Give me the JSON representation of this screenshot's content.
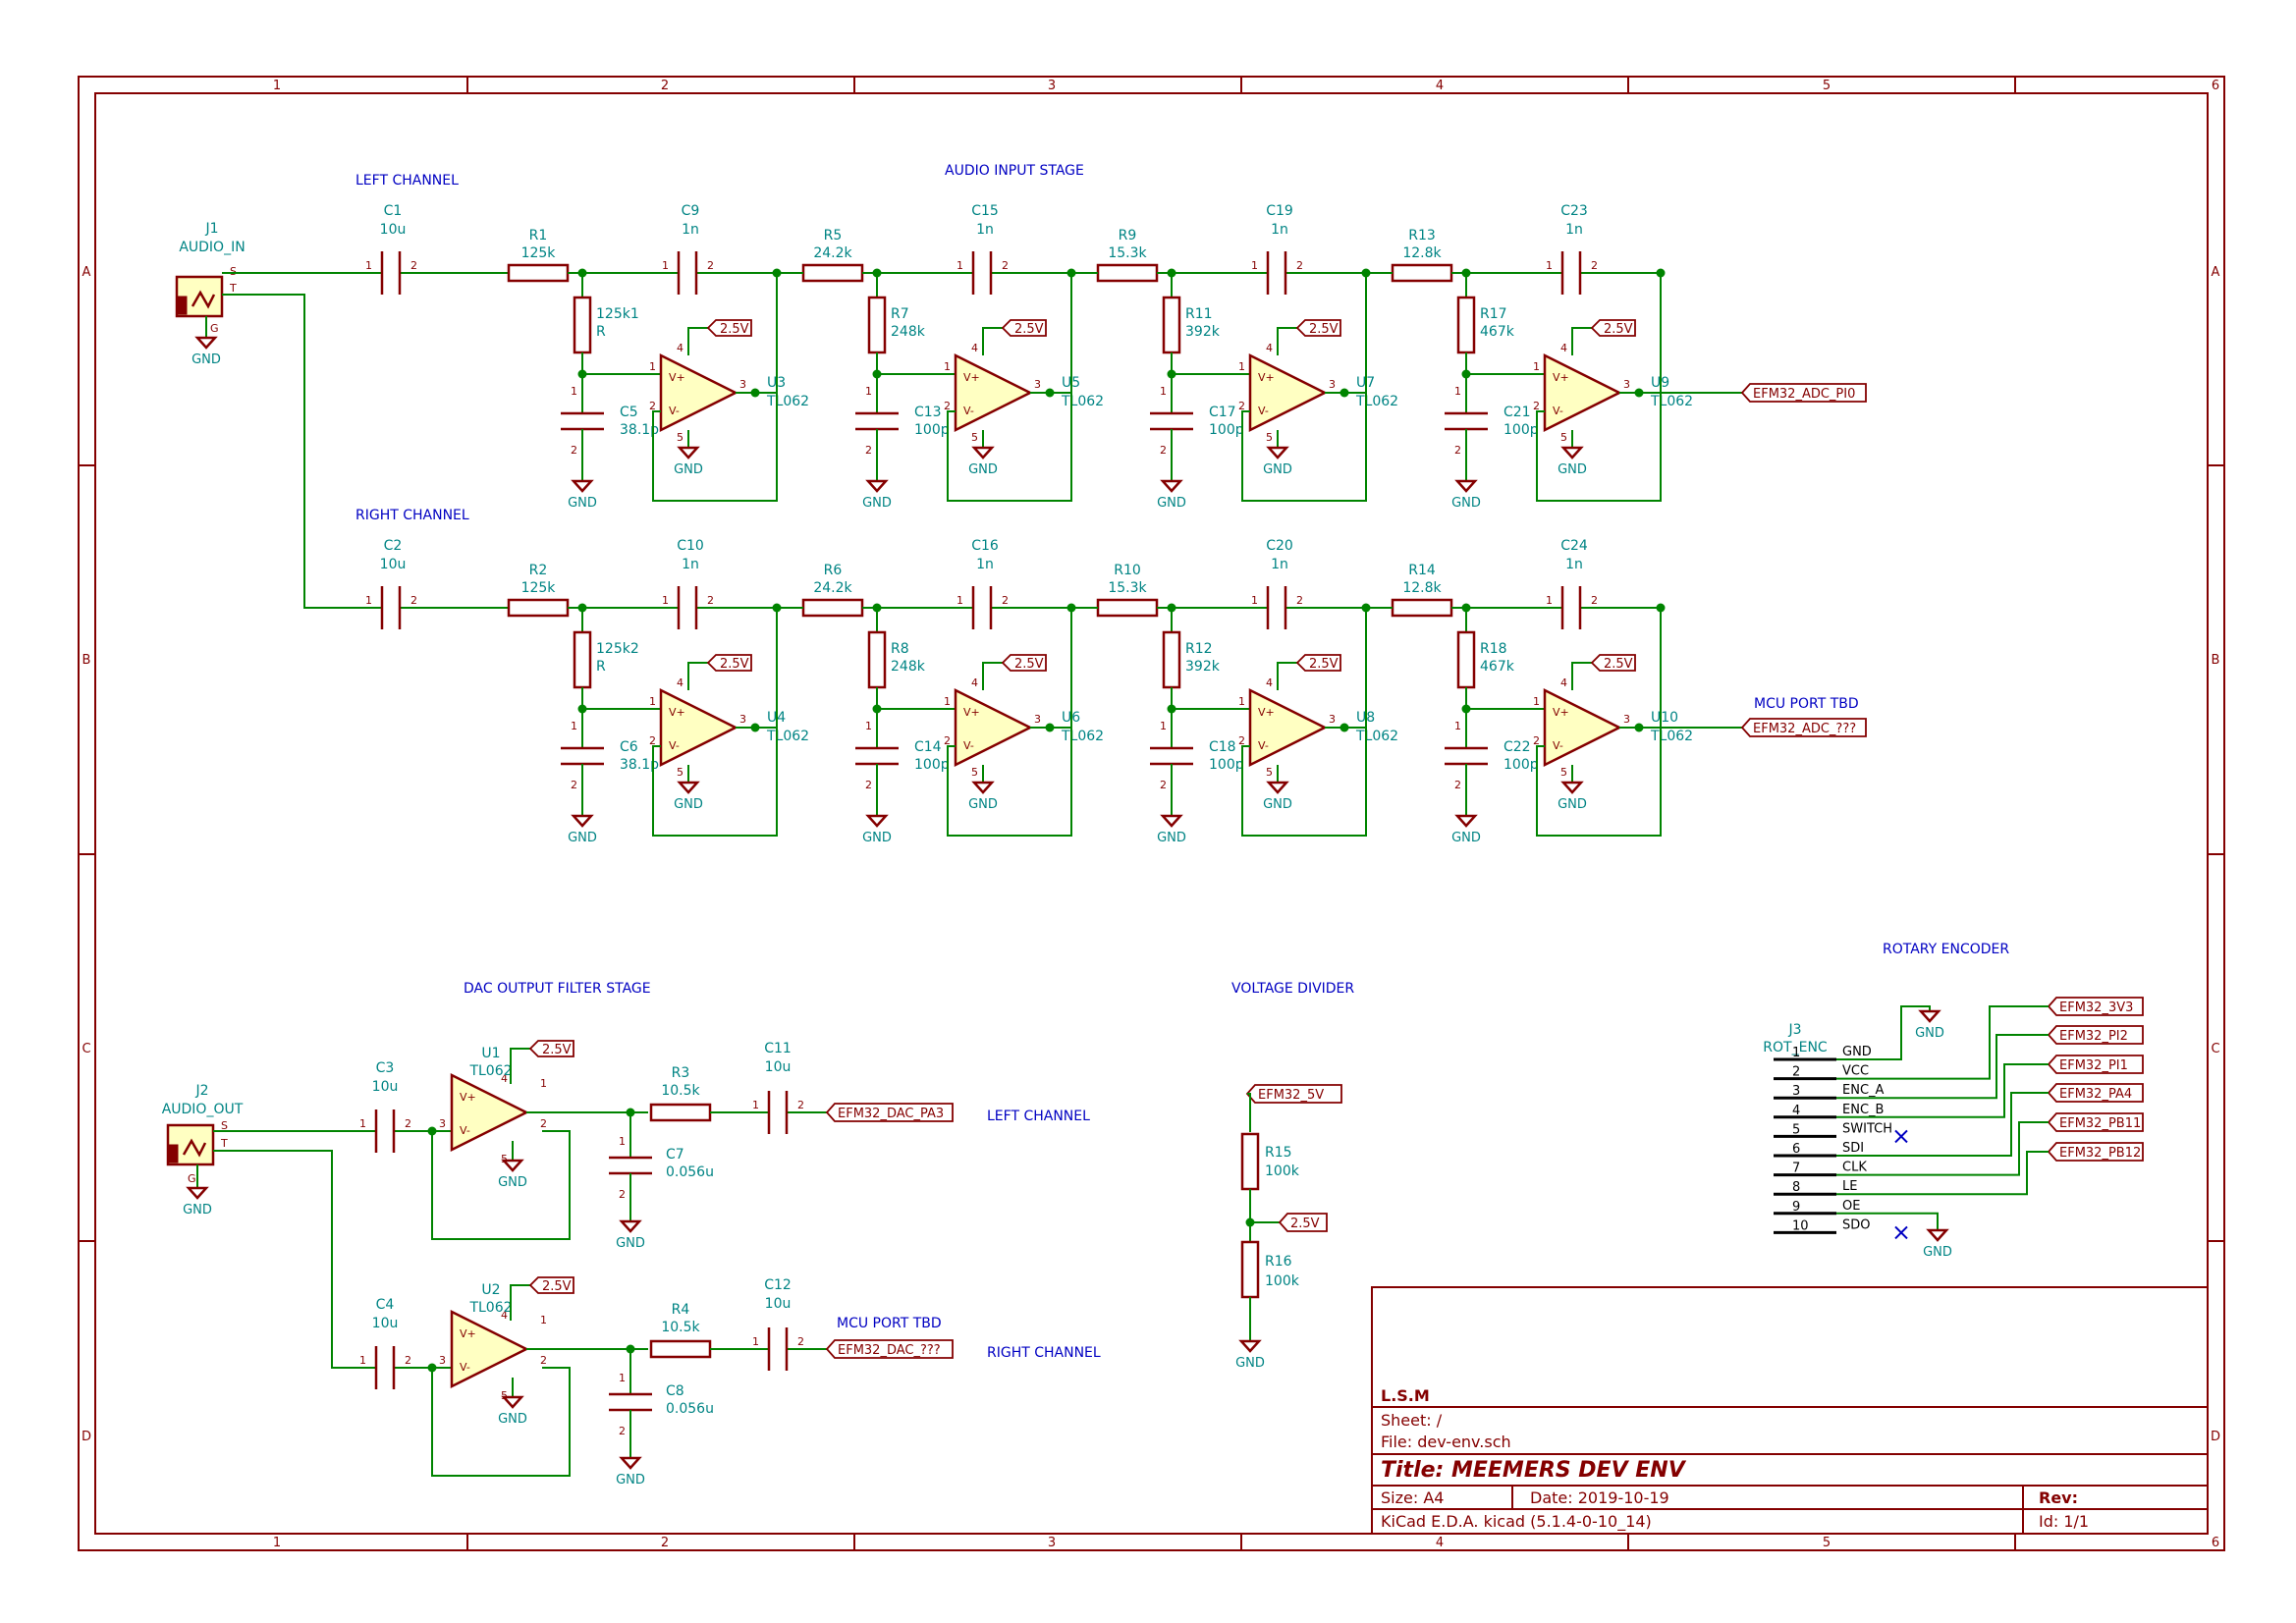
{
  "zones": {
    "columns": [
      "1",
      "2",
      "3",
      "4",
      "5",
      "6"
    ],
    "rows": [
      "A",
      "B",
      "C",
      "D"
    ]
  },
  "notes": {
    "left_channel": "LEFT CHANNEL",
    "audio_input_stage": "AUDIO INPUT STAGE",
    "right_channel": "RIGHT CHANNEL",
    "mcu_port_tbd": "MCU PORT TBD",
    "rotary_encoder": "ROTARY ENCODER",
    "dac_output_filter_stage": "DAC OUTPUT FILTER STAGE",
    "voltage_divider": "VOLTAGE DIVIDER",
    "dac_left_channel": "LEFT CHANNEL",
    "dac_right_channel": "RIGHT CHANNEL",
    "dac_mcu_port_tbd": "MCU PORT TBD"
  },
  "power": {
    "v25": "2.5V",
    "gnd": "GND"
  },
  "connectors": {
    "j1": {
      "ref": "J1",
      "value": "AUDIO_IN",
      "pin_s": "S",
      "pin_t": "T",
      "pin_g": "G"
    },
    "j2": {
      "ref": "J2",
      "value": "AUDIO_OUT",
      "pin_s": "S",
      "pin_t": "T",
      "pin_g": "G"
    },
    "j3": {
      "ref": "J3",
      "value": "ROT_ENC"
    }
  },
  "pins": {
    "p1": "1",
    "p2": "2",
    "p3": "3",
    "p4": "4",
    "p5": "5",
    "vplus": "V+",
    "vminus": "V-"
  },
  "stages": [
    {
      "row": "left",
      "c_in": {
        "ref": "C1",
        "value": "10u"
      },
      "cells": [
        {
          "r_ser": {
            "ref": "R1",
            "value": "125k"
          },
          "c_ser": {
            "ref": "C9",
            "value": "1n"
          },
          "r_sh": {
            "ref": "125k1",
            "value": "R"
          },
          "c_sh": {
            "ref": "C5",
            "value": "38.1p"
          },
          "u": {
            "ref": "U3",
            "value": "TL062"
          }
        },
        {
          "r_ser": {
            "ref": "R5",
            "value": "24.2k"
          },
          "c_ser": {
            "ref": "C15",
            "value": "1n"
          },
          "r_sh": {
            "ref": "R7",
            "value": "248k"
          },
          "c_sh": {
            "ref": "C13",
            "value": "100p"
          },
          "u": {
            "ref": "U5",
            "value": "TL062"
          }
        },
        {
          "r_ser": {
            "ref": "R9",
            "value": "15.3k"
          },
          "c_ser": {
            "ref": "C19",
            "value": "1n"
          },
          "r_sh": {
            "ref": "R11",
            "value": "392k"
          },
          "c_sh": {
            "ref": "C17",
            "value": "100p"
          },
          "u": {
            "ref": "U7",
            "value": "TL062"
          }
        },
        {
          "r_ser": {
            "ref": "R13",
            "value": "12.8k"
          },
          "c_ser": {
            "ref": "C23",
            "value": "1n"
          },
          "r_sh": {
            "ref": "R17",
            "value": "467k"
          },
          "c_sh": {
            "ref": "C21",
            "value": "100p"
          },
          "u": {
            "ref": "U9",
            "value": "TL062"
          }
        }
      ],
      "out_label": "EFM32_ADC_PI0"
    },
    {
      "row": "right",
      "c_in": {
        "ref": "C2",
        "value": "10u"
      },
      "cells": [
        {
          "r_ser": {
            "ref": "R2",
            "value": "125k"
          },
          "c_ser": {
            "ref": "C10",
            "value": "1n"
          },
          "r_sh": {
            "ref": "125k2",
            "value": "R"
          },
          "c_sh": {
            "ref": "C6",
            "value": "38.1p"
          },
          "u": {
            "ref": "U4",
            "value": "TL062"
          }
        },
        {
          "r_ser": {
            "ref": "R6",
            "value": "24.2k"
          },
          "c_ser": {
            "ref": "C16",
            "value": "1n"
          },
          "r_sh": {
            "ref": "R8",
            "value": "248k"
          },
          "c_sh": {
            "ref": "C14",
            "value": "100p"
          },
          "u": {
            "ref": "U6",
            "value": "TL062"
          }
        },
        {
          "r_ser": {
            "ref": "R10",
            "value": "15.3k"
          },
          "c_ser": {
            "ref": "C20",
            "value": "1n"
          },
          "r_sh": {
            "ref": "R12",
            "value": "392k"
          },
          "c_sh": {
            "ref": "C18",
            "value": "100p"
          },
          "u": {
            "ref": "U8",
            "value": "TL062"
          }
        },
        {
          "r_ser": {
            "ref": "R14",
            "value": "12.8k"
          },
          "c_ser": {
            "ref": "C24",
            "value": "1n"
          },
          "r_sh": {
            "ref": "R18",
            "value": "467k"
          },
          "c_sh": {
            "ref": "C22",
            "value": "100p"
          },
          "u": {
            "ref": "U10",
            "value": "TL062"
          }
        }
      ],
      "out_label": "EFM32_ADC_???"
    }
  ],
  "dac": [
    {
      "c_in": {
        "ref": "C3",
        "value": "10u"
      },
      "u": {
        "ref": "U1",
        "value": "TL062"
      },
      "r": {
        "ref": "R3",
        "value": "10.5k"
      },
      "c_out": {
        "ref": "C11",
        "value": "10u"
      },
      "c_sh": {
        "ref": "C7",
        "value": "0.056u"
      },
      "label": "EFM32_DAC_PA3"
    },
    {
      "c_in": {
        "ref": "C4",
        "value": "10u"
      },
      "u": {
        "ref": "U2",
        "value": "TL062"
      },
      "r": {
        "ref": "R4",
        "value": "10.5k"
      },
      "c_out": {
        "ref": "C12",
        "value": "10u"
      },
      "c_sh": {
        "ref": "C8",
        "value": "0.056u"
      },
      "label": "EFM32_DAC_???"
    }
  ],
  "divider": {
    "top_label": "EFM32_5V",
    "r15": {
      "ref": "R15",
      "value": "100k"
    },
    "r16": {
      "ref": "R16",
      "value": "100k"
    },
    "mid": "2.5V"
  },
  "encoder": {
    "pins": [
      {
        "num": "1",
        "name": "GND"
      },
      {
        "num": "2",
        "name": "VCC"
      },
      {
        "num": "3",
        "name": "ENC_A"
      },
      {
        "num": "4",
        "name": "ENC_B"
      },
      {
        "num": "5",
        "name": "SWITCH"
      },
      {
        "num": "6",
        "name": "SDI"
      },
      {
        "num": "7",
        "name": "CLK"
      },
      {
        "num": "8",
        "name": "LE"
      },
      {
        "num": "9",
        "name": "OE"
      },
      {
        "num": "10",
        "name": "SDO"
      }
    ],
    "labels": [
      "EFM32_3V3",
      "EFM32_PI2",
      "EFM32_PI1",
      "EFM32_PA4",
      "EFM32_PB11",
      "EFM32_PB12"
    ]
  },
  "title_block": {
    "company": "L.S.M",
    "sheet": "Sheet: /",
    "file": "File: dev-env.sch",
    "title": "Title: MEEMERS DEV ENV",
    "size": "Size: A4",
    "date": "Date: 2019-10-19",
    "rev": "Rev:",
    "tool": "KiCad E.D.A.  kicad (5.1.4-0-10_14)",
    "id": "Id: 1/1"
  },
  "colors": {
    "frame": "#840000",
    "wire": "#008400",
    "ref_text": "#008484",
    "note_text": "#0000c2",
    "opamp_fill": "#ffffc2"
  }
}
